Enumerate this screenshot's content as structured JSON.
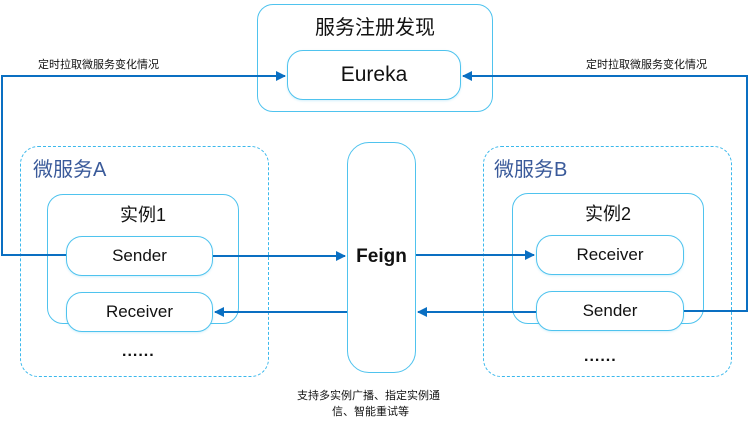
{
  "registry": {
    "title": "服务注册发现",
    "server": "Eureka"
  },
  "pull_label_left": "定时拉取微服务变化情况",
  "pull_label_right": "定时拉取微服务变化情况",
  "service_a": {
    "title": "微服务A",
    "instance": {
      "title": "实例1",
      "sender": "Sender",
      "receiver": "Receiver"
    },
    "more": "......"
  },
  "service_b": {
    "title": "微服务B",
    "instance": {
      "title": "实例2",
      "receiver": "Receiver",
      "sender": "Sender"
    },
    "more": "......"
  },
  "feign": {
    "label": "Feign",
    "caption_line1": "支持多实例广播、指定实例通",
    "caption_line2": "信、智能重试等"
  },
  "colors": {
    "box_border": "#4fc3ee",
    "arrow": "#0a6fc2",
    "service_title": "#3a5a9a"
  }
}
